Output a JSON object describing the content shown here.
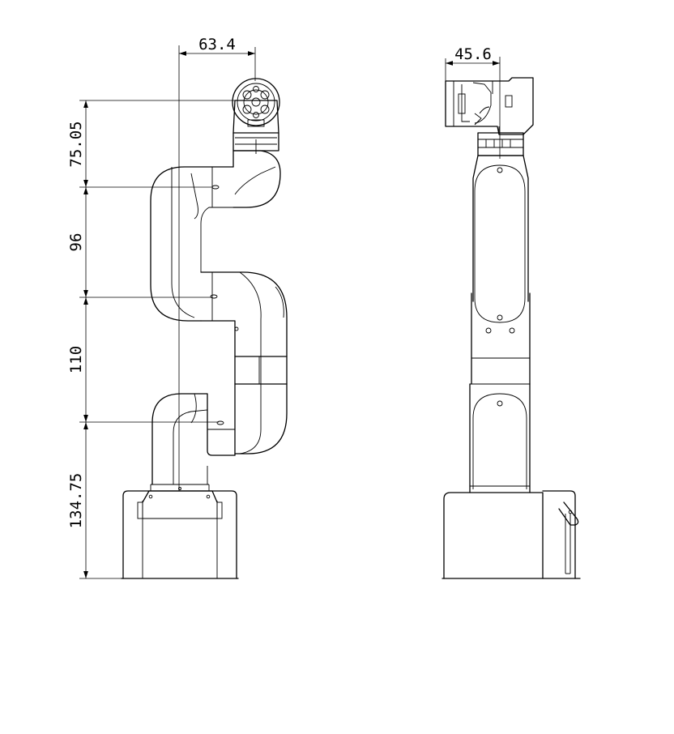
{
  "dimensions": {
    "side_width": "63.4",
    "front_width": "45.6",
    "segment_top": "75.05",
    "segment_upper": "96",
    "segment_middle": "110",
    "segment_base": "134.75"
  },
  "colors": {
    "line": "#000000",
    "background": "#ffffff"
  }
}
